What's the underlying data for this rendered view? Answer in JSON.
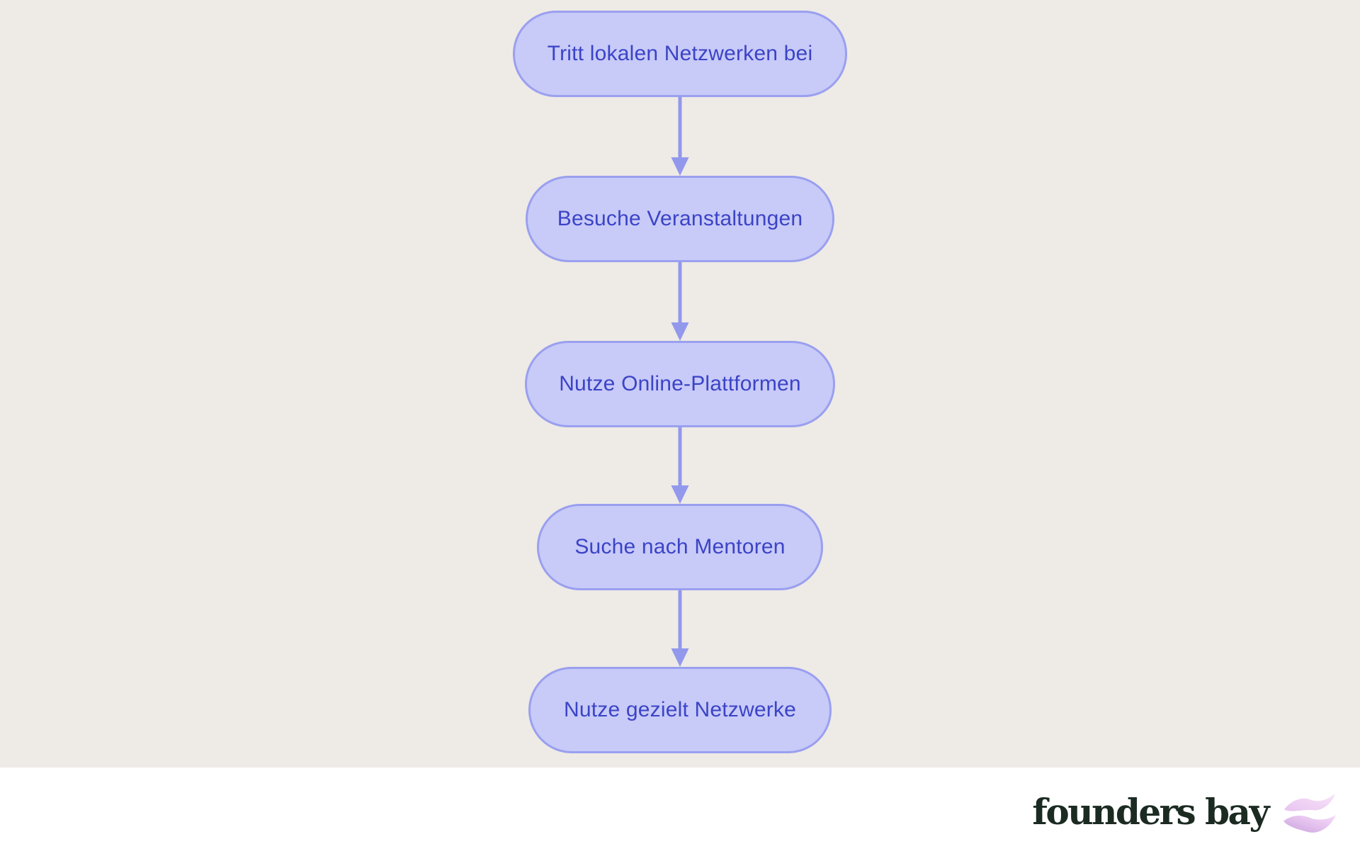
{
  "flowchart": {
    "type": "flowchart",
    "direction": "top-down",
    "nodes": [
      {
        "id": "n1",
        "shape": "stadium",
        "label": "Tritt lokalen Netzwerken bei"
      },
      {
        "id": "n2",
        "shape": "stadium",
        "label": "Besuche Veranstaltungen"
      },
      {
        "id": "n3",
        "shape": "stadium",
        "label": "Nutze Online-Plattformen"
      },
      {
        "id": "n4",
        "shape": "stadium",
        "label": "Suche nach Mentoren"
      },
      {
        "id": "n5",
        "shape": "stadium",
        "label": "Nutze gezielt Netzwerke"
      }
    ],
    "edges": [
      {
        "from": "n1",
        "to": "n2"
      },
      {
        "from": "n2",
        "to": "n3"
      },
      {
        "from": "n3",
        "to": "n4"
      },
      {
        "from": "n4",
        "to": "n5"
      }
    ],
    "colors": {
      "node_fill": "#c8caf8",
      "node_border": "#9aa0ef",
      "node_text": "#3b44c6",
      "arrow": "#9298ec",
      "diagram_background": "#eeeae6"
    }
  },
  "footer": {
    "brand_name": "founders bay",
    "brand_text_color": "#1b2b22",
    "background": "#ffffff",
    "icon": "wave-logo-icon",
    "icon_gradient": [
      "#c9a2df",
      "#f6ddf8"
    ]
  }
}
